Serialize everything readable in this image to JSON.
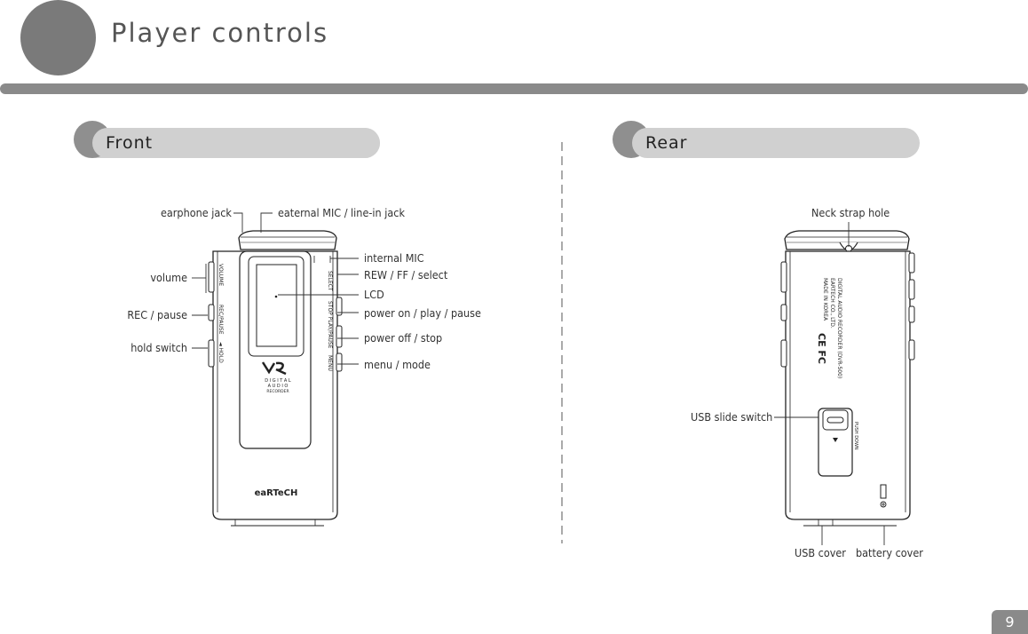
{
  "header": {
    "title": "Player controls"
  },
  "sections": {
    "front": {
      "title": "Front"
    },
    "rear": {
      "title": "Rear"
    }
  },
  "front_labels": {
    "earphone_jack": "earphone jack",
    "external_mic": "eaternal MIC / line-in jack",
    "volume": "volume",
    "rec_pause": "REC / pause",
    "hold_switch": "hold switch",
    "internal_mic": "internal MIC",
    "rew_ff_select": "REW / FF / select",
    "lcd": "LCD",
    "power_play_pause": "power on / play / pause",
    "power_off_stop": "power off / stop",
    "menu_mode": "menu / mode"
  },
  "front_device_text": {
    "volume": "VOLUME",
    "rec_pause": "REC/PAUSE",
    "hold": "◄ HOLD",
    "select": "SELECT",
    "stop_play_pause": "STOP PLAY/PAUSE",
    "menu": "MENU",
    "logo_line1": "D I G I T A L",
    "logo_line2": "A U D I O",
    "logo_line3": "RECORDER",
    "brand": "eaRTeCH"
  },
  "rear_labels": {
    "neck_strap": "Neck strap hole",
    "usb_slide": "USB slide switch",
    "usb_cover": "USB cover",
    "battery_cover": "battery cover"
  },
  "rear_device_text": {
    "line1": "DIGITAL AUDIO RECORDER (DVR-500)",
    "line2": "EARTECH CO., LTD.",
    "line3": "MADE IN KOREA",
    "certs": "CE FC",
    "push_down": "PUSH DOWN"
  },
  "page_number": "9"
}
